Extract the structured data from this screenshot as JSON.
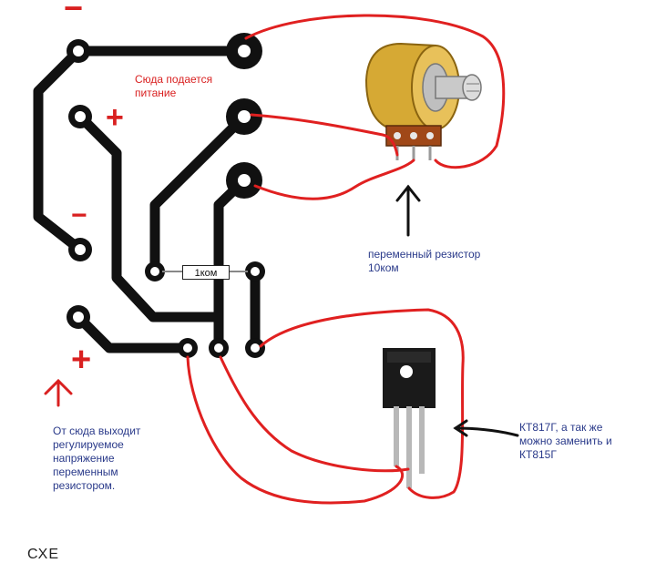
{
  "labels": {
    "minus_top": "−",
    "plus_mid": "+",
    "minus_mid": "−",
    "plus_bottom": "+",
    "power_note": "Сюда подается\nпитание",
    "resistor_value": "1ком",
    "pot_note": "переменный резистор\n10ком",
    "output_note": "От сюда выходит\nрегулируемое\nнапряжение\nпеременным\nрезистором.",
    "transistor_note": "КТ817Г, а так же\nможно заменить и\nКТ815Г",
    "bottom_cut": "СХЕ"
  },
  "colors": {
    "trace": "#111111",
    "wire": "#e02020",
    "text_red": "#d92020",
    "text_blue": "#2a3a8a",
    "pot_body": "#c89a2a"
  }
}
